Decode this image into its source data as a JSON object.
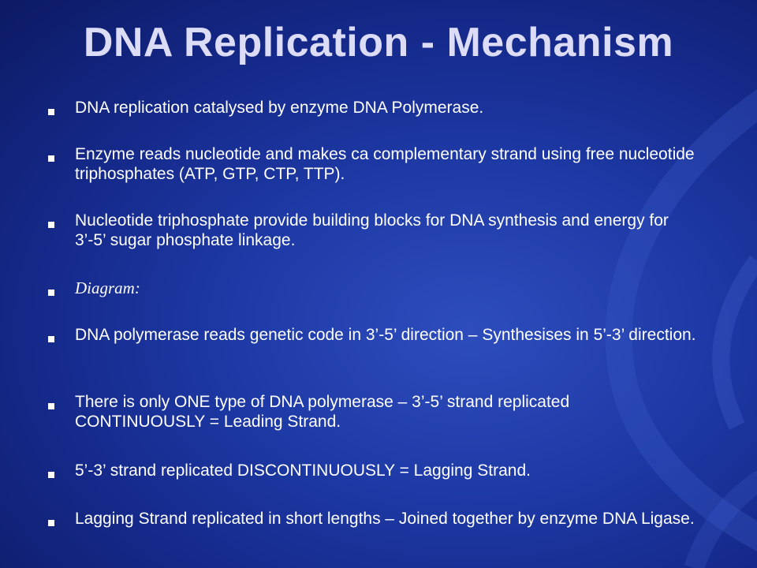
{
  "slide": {
    "title": "DNA Replication - Mechanism",
    "bullets": [
      "DNA replication catalysed by enzyme DNA Polymerase.",
      "Enzyme reads nucleotide and makes ca complementary strand using free nucleotide triphosphates (ATP, GTP, CTP, TTP).",
      "Nucleotide triphosphate provide building blocks for DNA synthesis and energy for 3’-5’ sugar phosphate linkage.",
      "Diagram:",
      "DNA polymerase reads genetic code in 3’-5’ direction – Synthesises in 5’-3’ direction.",
      "There is only ONE type of DNA polymerase – 3’-5’ strand replicated CONTINUOUSLY = Leading Strand.",
      "5’-3’ strand replicated DISCONTINUOUSLY = Lagging Strand.",
      "Lagging Strand replicated in short lengths – Joined together by enzyme DNA Ligase."
    ]
  },
  "colors": {
    "background": "#1e3aa6",
    "title": "#dcdcf6",
    "text": "#ffffff"
  }
}
